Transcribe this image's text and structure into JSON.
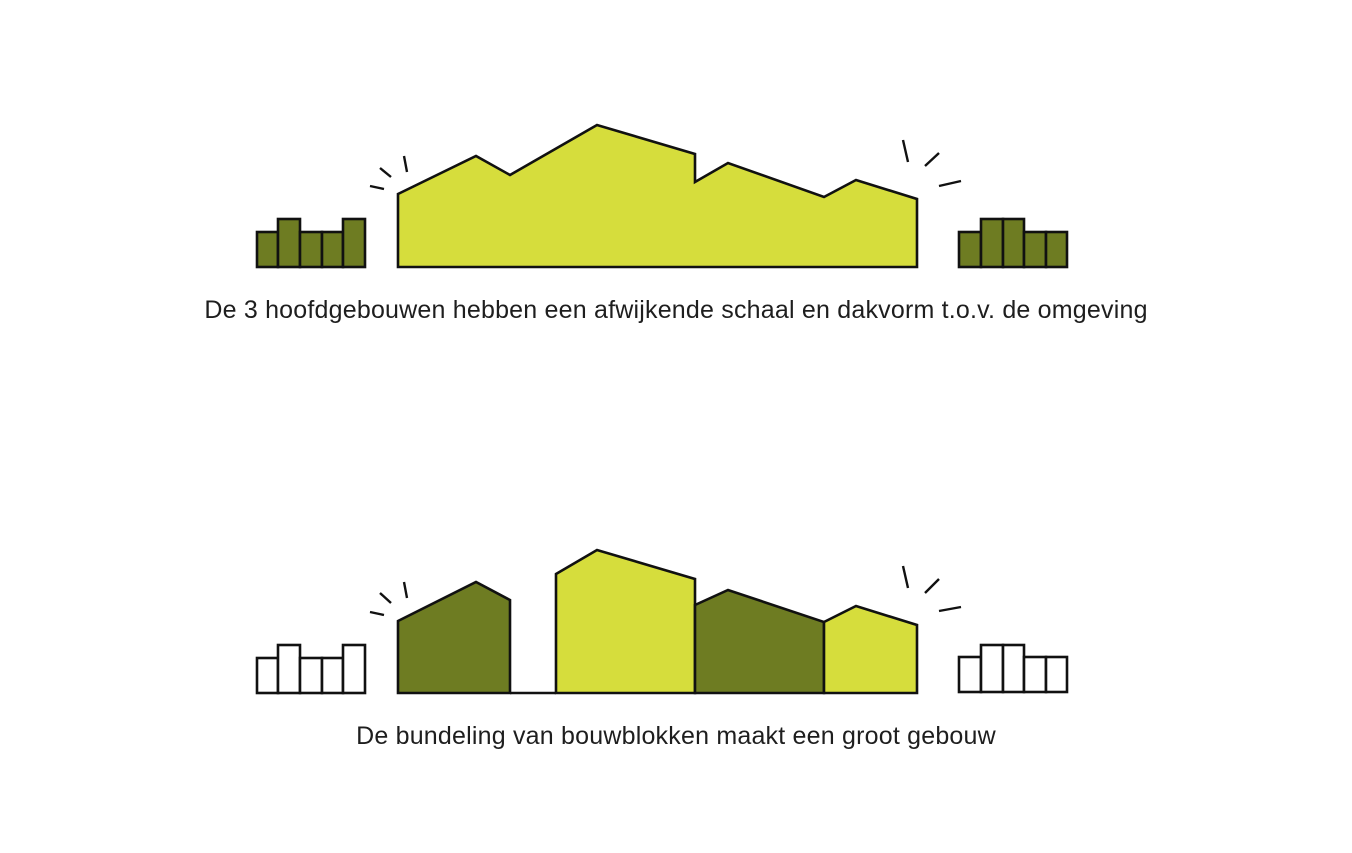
{
  "colors": {
    "light_green": "#d6dd3c",
    "dark_green": "#6e7c22",
    "outline": "#111111",
    "background": "#ffffff",
    "text": "#1e1e1e"
  },
  "diagram_top": {
    "caption": "De 3 hoofdgebouwen hebben een afwijkende schaal en dakvorm t.o.v. de omgeving",
    "surroundings_fill": "dark_green",
    "main_building_fill": "light_green"
  },
  "diagram_bottom": {
    "caption": "De bundeling van bouwblokken maakt een groot gebouw",
    "surroundings_fill": "none",
    "blocks": [
      "dark_green",
      "light_green",
      "dark_green",
      "light_green"
    ]
  }
}
